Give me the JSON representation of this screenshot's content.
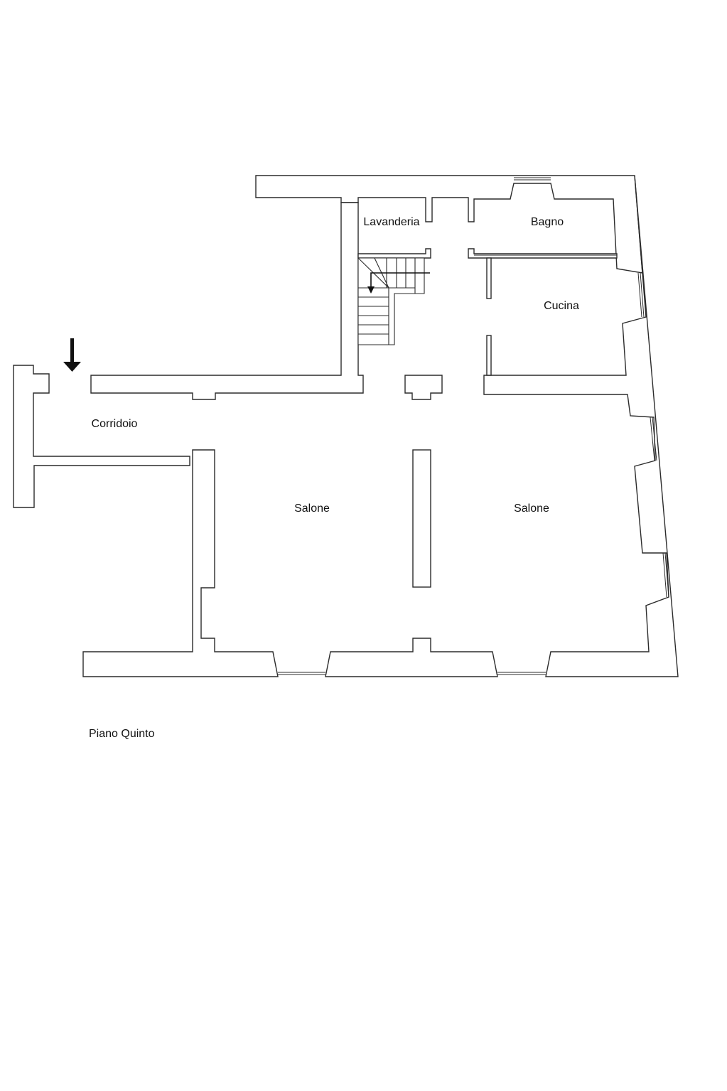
{
  "plan": {
    "rooms": [
      {
        "key": "lavanderia",
        "label": "Lavanderia"
      },
      {
        "key": "bagno",
        "label": "Bagno"
      },
      {
        "key": "cucina",
        "label": "Cucina"
      },
      {
        "key": "corridoio",
        "label": "Corridoio"
      },
      {
        "key": "salone_left",
        "label": "Salone"
      },
      {
        "key": "salone_right",
        "label": "Salone"
      }
    ],
    "floor_label": "Piano Quinto",
    "colors": {
      "background": "#ffffff",
      "walls": "#2b2b2b",
      "text": "#111111"
    },
    "icons": {
      "entrance": "arrow-down-icon",
      "stairs": "stairs-direction-arrow-icon"
    }
  }
}
